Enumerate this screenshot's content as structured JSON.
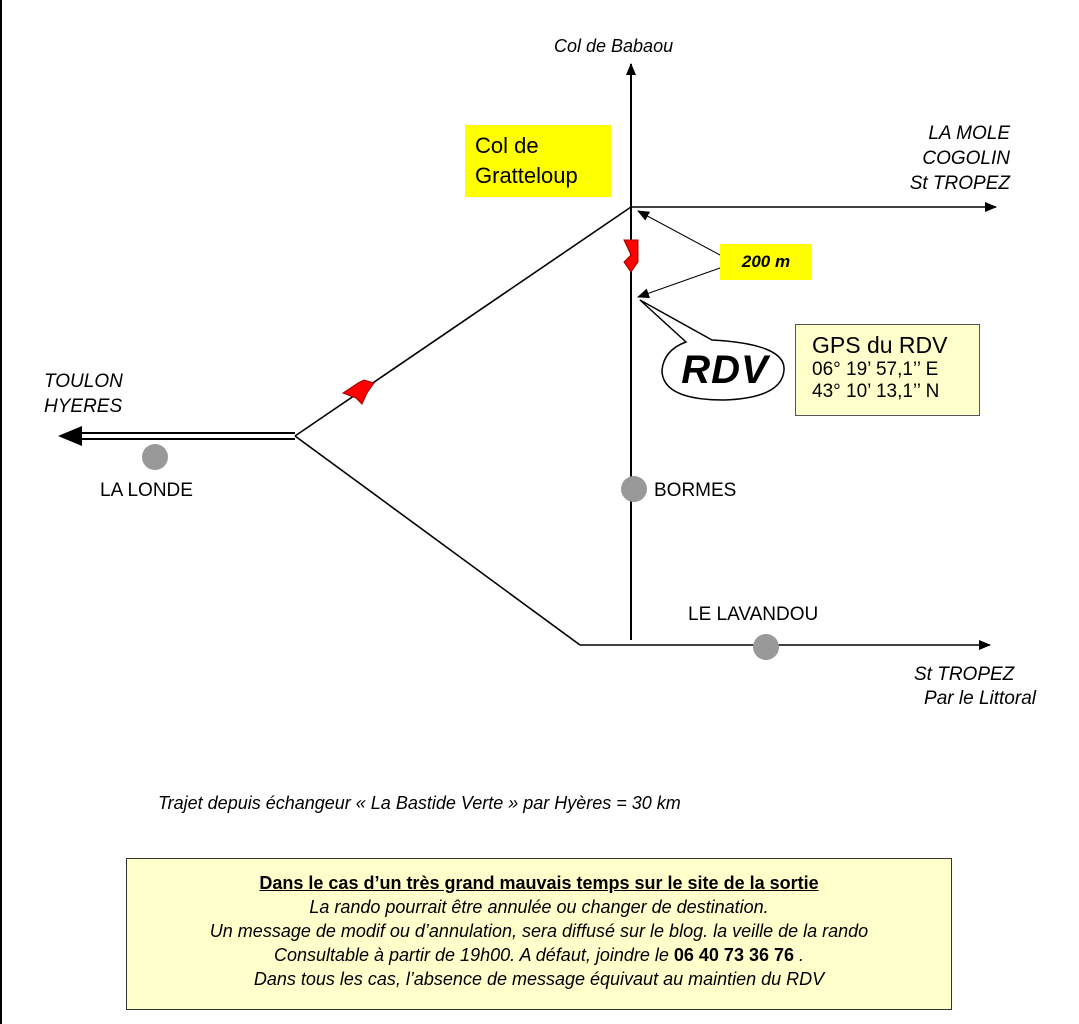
{
  "places": {
    "col_babaou": "Col de Babaou",
    "col_gratteloup": [
      "Col de",
      "Gratteloup"
    ],
    "la_mole": [
      "LA MOLE",
      "COGOLIN",
      "St TROPEZ"
    ],
    "toulon": [
      "TOULON",
      "HYERES"
    ],
    "la_londe": "LA LONDE",
    "bormes": "BORMES",
    "le_lavandou": "LE LAVANDOU",
    "st_tropez_littoral": [
      "St TROPEZ",
      "Par le Littoral"
    ]
  },
  "distance_label": "200 m",
  "rdv_label": "RDV",
  "gps": {
    "title": "GPS du RDV",
    "longitude": "06° 19’ 57,1’’ E",
    "latitude": "43° 10’ 13,1’’ N"
  },
  "trajet": "Trajet depuis échangeur « La Bastide Verte » par Hyères  =  30 km",
  "notice": {
    "title": "Dans le cas d’un très grand mauvais temps sur le site de la sortie",
    "line1": "La rando pourrait être annulée ou changer de destination.",
    "line2": "Un message de modif ou d’annulation, sera diffusé sur le blog. la veille de la rando",
    "line3_prefix": "Consultable à partir de 19h00.  A défaut, joindre le ",
    "phone": "06 40 73 36 76",
    "line3_suffix": " .",
    "line4": "Dans tous les cas, l’absence de message équivaut au maintien du RDV"
  },
  "colors": {
    "highlight": "#ffff00",
    "info_box": "#ffffcc",
    "marker": "#ff0000",
    "town_dot": "#999999"
  }
}
